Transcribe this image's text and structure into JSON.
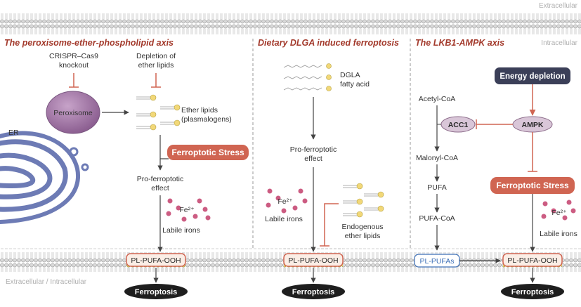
{
  "membrane_labels": {
    "top": "Extracellular",
    "intracellular": "Intracellular",
    "bottom": "Extracellular / Intracellular"
  },
  "panel1": {
    "title": "The peroxisome-ether-phospholipid axis",
    "crispr_line1": "CRISPR–Cas9",
    "crispr_line2": "knockout",
    "depletion_line1": "Depletion of",
    "depletion_line2": "ether lipids",
    "peroxisome": "Peroxisome",
    "er": "ER",
    "ether_line1": "Ether lipids",
    "ether_line2": "(plasmalogens)",
    "stress": "Ferroptotic Stress",
    "proferro_line1": "Pro-ferroptotic",
    "proferro_line2": "effect",
    "fe": "Fe²⁺",
    "labile": "Labile irons",
    "pl_pufa": "PL-PUFA-OOH",
    "ferroptosis": "Ferroptosis"
  },
  "panel2": {
    "title": "Dietary DLGA induced ferroptosis",
    "dgla_line1": "DGLA",
    "dgla_line2": "fatty acid",
    "proferro_line1": "Pro-ferroptotic",
    "proferro_line2": "effect",
    "fe": "Fe²⁺",
    "labile": "Labile irons",
    "endo_line1": "Endogenous",
    "endo_line2": "ether lipids",
    "pl_pufa": "PL-PUFA-OOH",
    "ferroptosis": "Ferroptosis"
  },
  "panel3": {
    "title": "The LKB1-AMPK axis",
    "energy": "Energy depletion",
    "acetyl": "Acetyl-CoA",
    "acc1": "ACC1",
    "ampk": "AMPK",
    "malonyl": "Malonyl-CoA",
    "pufa": "PUFA",
    "pufa_coa": "PUFA-CoA",
    "stress": "Ferroptotic Stress",
    "fe": "Fe²⁺",
    "labile": "Labile irons",
    "pl_pufas": "PL-PUFAs",
    "pl_pufa": "PL-PUFA-OOH",
    "ferroptosis": "Ferroptosis"
  },
  "colors": {
    "accent_red": "#d06552",
    "title_red": "#a33a2c",
    "navy": "#3b3f58",
    "peroxisome": "#a47aa8",
    "er": "#6d7bb5",
    "iron": "#cc5c82",
    "lipid_head": "#f2d878"
  }
}
